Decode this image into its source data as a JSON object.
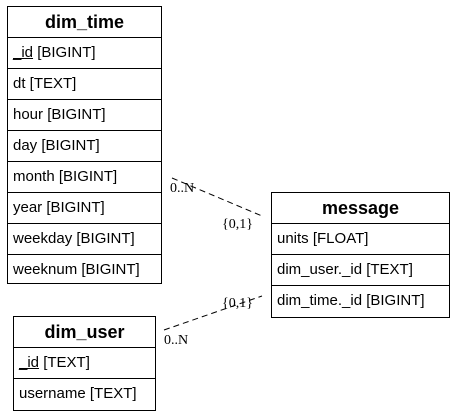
{
  "entities": {
    "dim_time": {
      "title": "dim_time",
      "rows": [
        {
          "pk": "_id",
          "type": " [BIGINT]"
        },
        {
          "text": "dt [TEXT]"
        },
        {
          "text": "hour [BIGINT]"
        },
        {
          "text": "day [BIGINT]"
        },
        {
          "text": "month [BIGINT]"
        },
        {
          "text": "year [BIGINT]"
        },
        {
          "text": "weekday [BIGINT]"
        },
        {
          "text": "weeknum [BIGINT]"
        }
      ]
    },
    "message": {
      "title": "message",
      "rows": [
        {
          "text": "units [FLOAT]"
        },
        {
          "text": "dim_user._id [TEXT]"
        },
        {
          "text": "dim_time._id [BIGINT]"
        }
      ]
    },
    "dim_user": {
      "title": "dim_user",
      "rows": [
        {
          "pk": "_id",
          "type": " [TEXT]"
        },
        {
          "text": "username [TEXT]"
        }
      ]
    }
  },
  "relations": [
    {
      "from_card": "0..N",
      "to_card": "{0,1}"
    },
    {
      "from_card": "0..N",
      "to_card": "{0,1}"
    }
  ]
}
